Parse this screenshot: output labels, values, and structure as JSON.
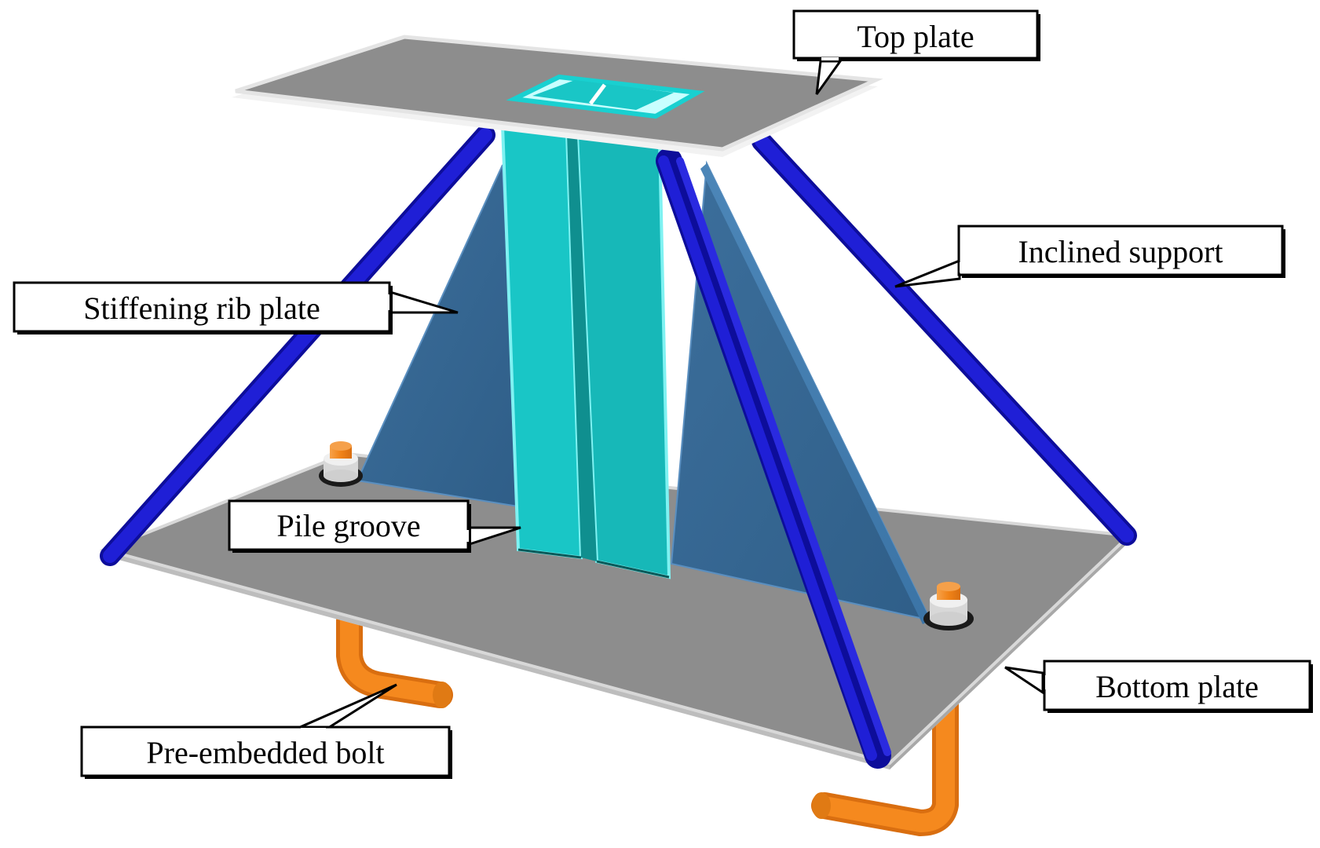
{
  "labels": {
    "top_plate": "Top plate",
    "inclined_support": "Inclined support",
    "stiffening_rib_plate": "Stiffening rib plate",
    "pile_groove": "Pile groove",
    "bottom_plate": "Bottom plate",
    "pre_embedded_bolt": "Pre-embedded bolt"
  },
  "colors": {
    "plate": "#8c8c8c",
    "plate_edge": "#e6e6e6",
    "inclined_support": "#1515c8",
    "stiffening_rib": "#33648f",
    "pile_groove": "#19c6c6",
    "pile_groove_edge": "#7ff2f2",
    "bolt": "#f5891e"
  }
}
